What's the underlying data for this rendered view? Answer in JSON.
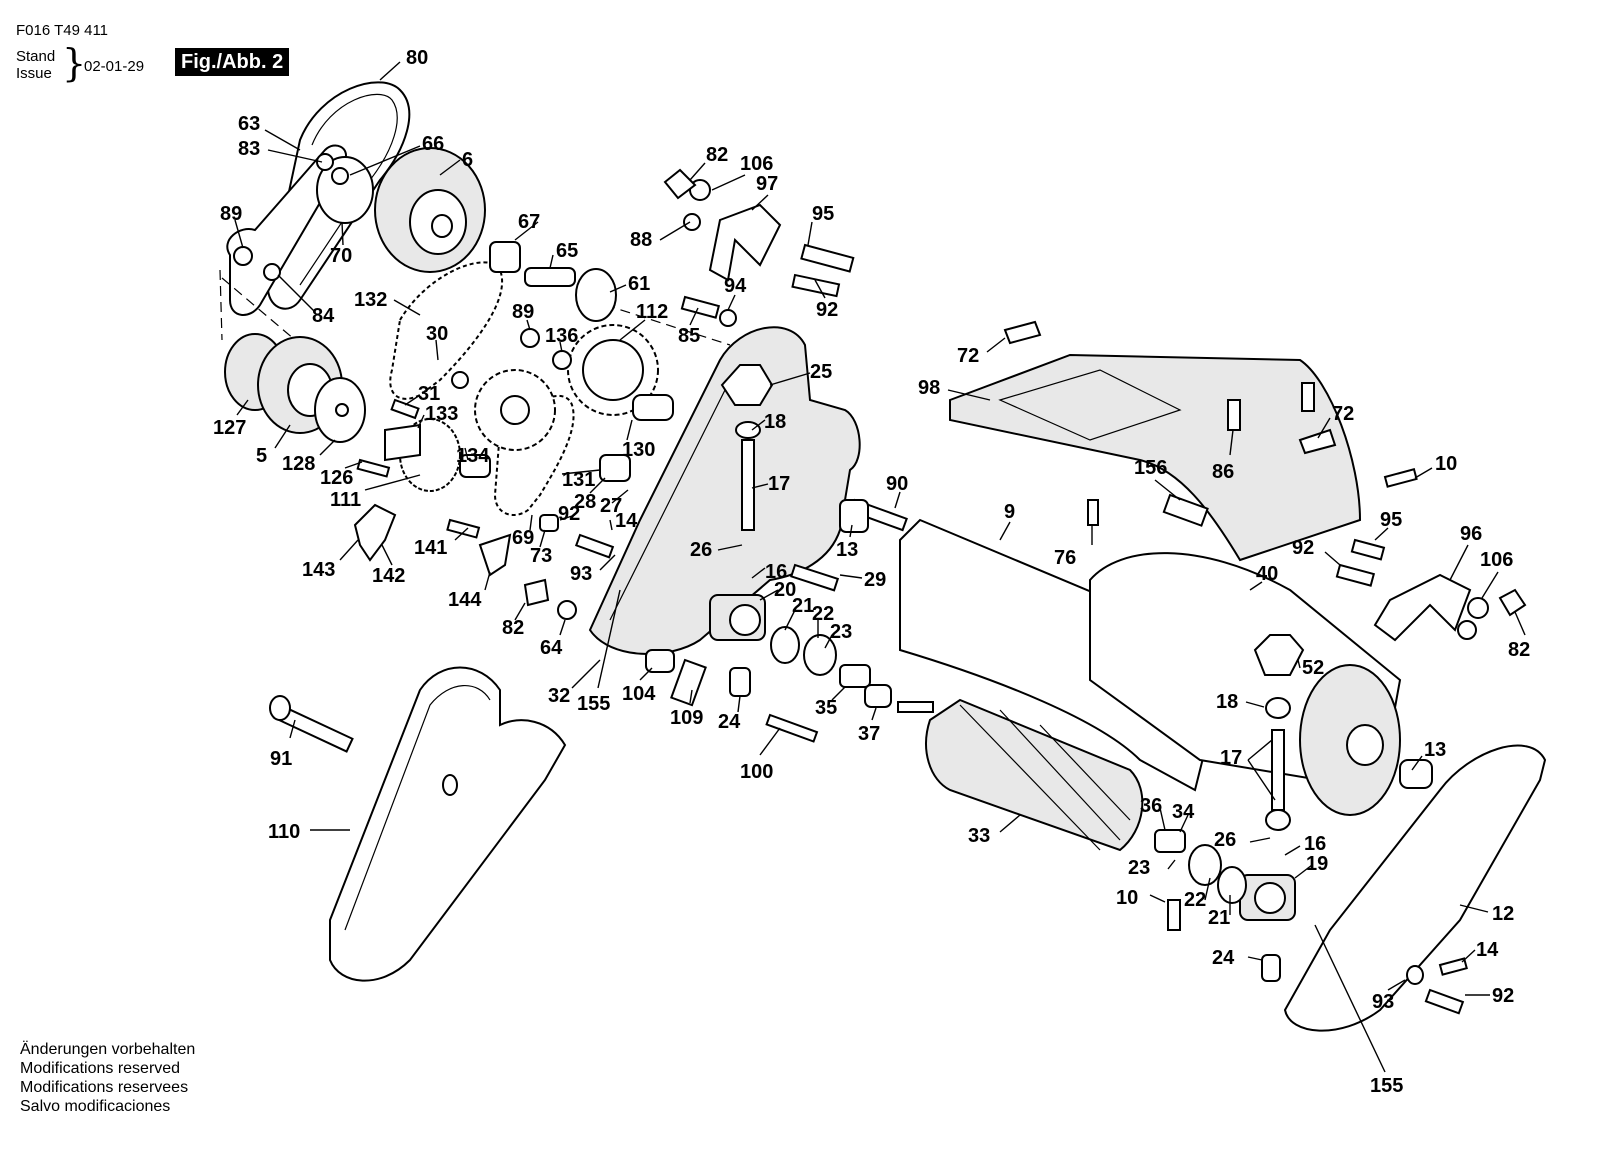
{
  "header": {
    "part_number": "F016 T49 411",
    "stand_label": "Stand",
    "issue_label": "Issue",
    "issue_date": "02-01-29",
    "figure_label": "Fig./Abb. 2"
  },
  "notes": [
    "Änderungen vorbehalten",
    "Modifications reserved",
    "Modifications reservees",
    "Salvo modificaciones"
  ],
  "callouts": [
    {
      "label": "80"
    },
    {
      "label": "63"
    },
    {
      "label": "83"
    },
    {
      "label": "66"
    },
    {
      "label": "6"
    },
    {
      "label": "89"
    },
    {
      "label": "70"
    },
    {
      "label": "84"
    },
    {
      "label": "67"
    },
    {
      "label": "65"
    },
    {
      "label": "61"
    },
    {
      "label": "132"
    },
    {
      "label": "30"
    },
    {
      "label": "89"
    },
    {
      "label": "136"
    },
    {
      "label": "112"
    },
    {
      "label": "31"
    },
    {
      "label": "133"
    },
    {
      "label": "127"
    },
    {
      "label": "5"
    },
    {
      "label": "128"
    },
    {
      "label": "126"
    },
    {
      "label": "111"
    },
    {
      "label": "134"
    },
    {
      "label": "130"
    },
    {
      "label": "131"
    },
    {
      "label": "28"
    },
    {
      "label": "27"
    },
    {
      "label": "92"
    },
    {
      "label": "14"
    },
    {
      "label": "69"
    },
    {
      "label": "73"
    },
    {
      "label": "93"
    },
    {
      "label": "143"
    },
    {
      "label": "142"
    },
    {
      "label": "141"
    },
    {
      "label": "144"
    },
    {
      "label": "82"
    },
    {
      "label": "64"
    },
    {
      "label": "82"
    },
    {
      "label": "106"
    },
    {
      "label": "97"
    },
    {
      "label": "95"
    },
    {
      "label": "88"
    },
    {
      "label": "92"
    },
    {
      "label": "94"
    },
    {
      "label": "85"
    },
    {
      "label": "25"
    },
    {
      "label": "18"
    },
    {
      "label": "17"
    },
    {
      "label": "26"
    },
    {
      "label": "16"
    },
    {
      "label": "20"
    },
    {
      "label": "21"
    },
    {
      "label": "22"
    },
    {
      "label": "23"
    },
    {
      "label": "90"
    },
    {
      "label": "13"
    },
    {
      "label": "29"
    },
    {
      "label": "32"
    },
    {
      "label": "155"
    },
    {
      "label": "104"
    },
    {
      "label": "109"
    },
    {
      "label": "24"
    },
    {
      "label": "35"
    },
    {
      "label": "37"
    },
    {
      "label": "100"
    },
    {
      "label": "91"
    },
    {
      "label": "110"
    },
    {
      "label": "72"
    },
    {
      "label": "98"
    },
    {
      "label": "86"
    },
    {
      "label": "72"
    },
    {
      "label": "156"
    },
    {
      "label": "10"
    },
    {
      "label": "9"
    },
    {
      "label": "76"
    },
    {
      "label": "40"
    },
    {
      "label": "95"
    },
    {
      "label": "92"
    },
    {
      "label": "96"
    },
    {
      "label": "106"
    },
    {
      "label": "82"
    },
    {
      "label": "52"
    },
    {
      "label": "18"
    },
    {
      "label": "17"
    },
    {
      "label": "13"
    },
    {
      "label": "33"
    },
    {
      "label": "36"
    },
    {
      "label": "34"
    },
    {
      "label": "26"
    },
    {
      "label": "16"
    },
    {
      "label": "23"
    },
    {
      "label": "19"
    },
    {
      "label": "10"
    },
    {
      "label": "22"
    },
    {
      "label": "21"
    },
    {
      "label": "12"
    },
    {
      "label": "24"
    },
    {
      "label": "14"
    },
    {
      "label": "93"
    },
    {
      "label": "92"
    },
    {
      "label": "155"
    }
  ]
}
